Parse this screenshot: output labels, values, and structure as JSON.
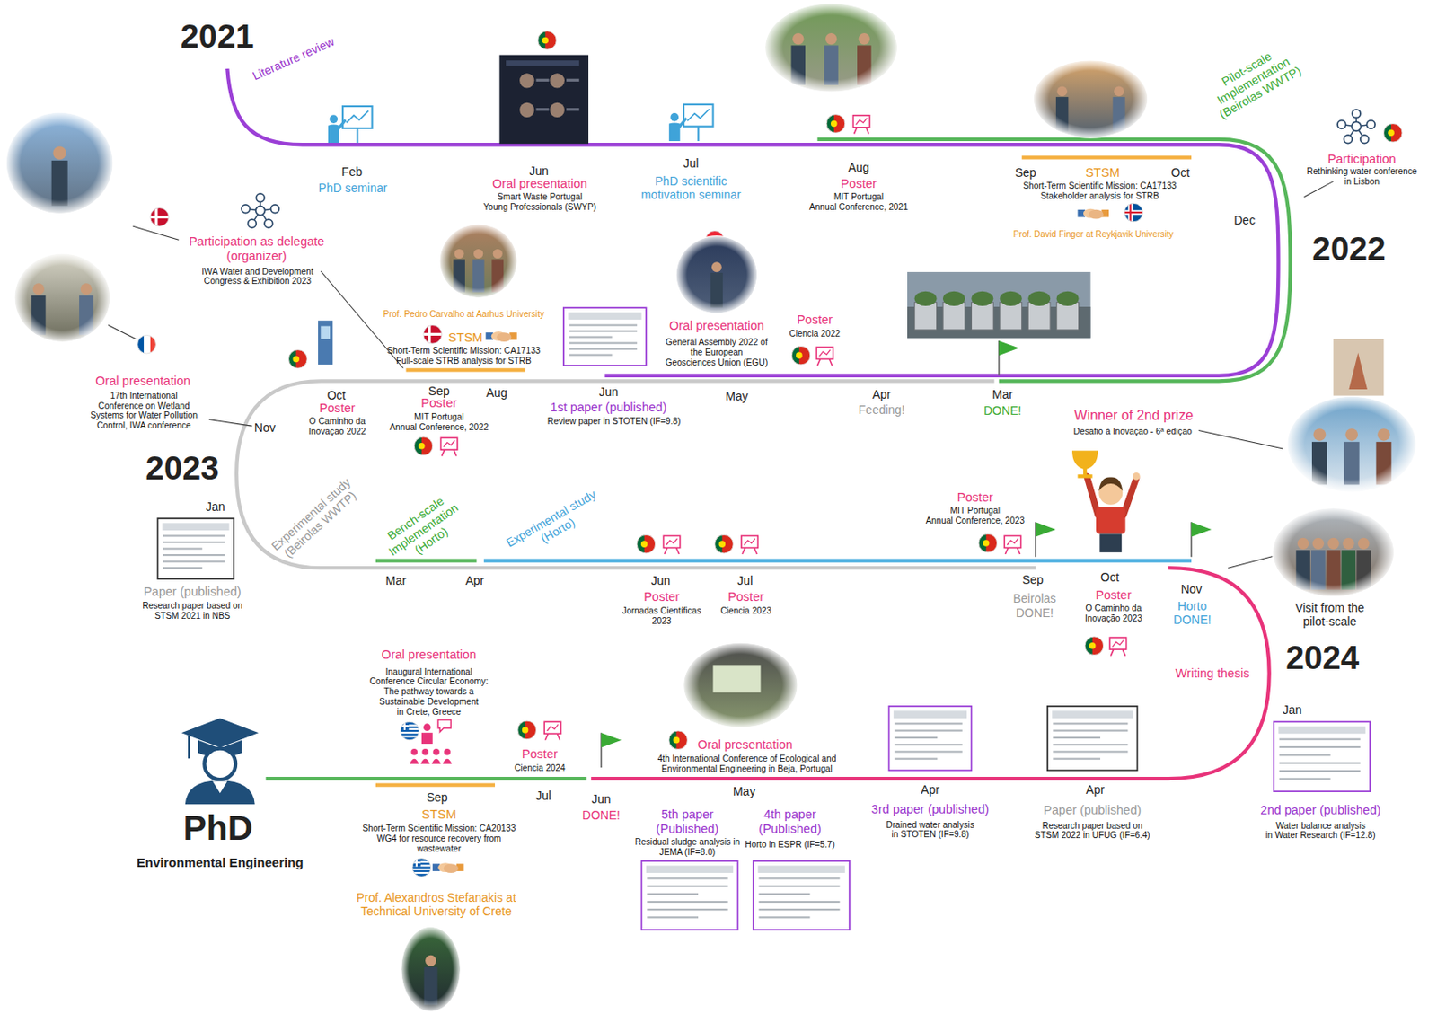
{
  "diagram": {
    "labels": [
      "2021",
      "Literature review",
      "Feb",
      "PhD seminar",
      "Jun",
      "Oral presentation",
      "Smart Waste Portugal Young Professionals (SWYP)",
      "Jul",
      "PhD scientific motivation seminar",
      "Aug",
      "Poster",
      "MIT Portugal Annual Conference, 2021",
      "Sep",
      "STSM",
      "Oct",
      "Short-Term Scientific Mission: CA17133 Stakeholder analysis for STRB",
      "Prof. David Finger at Reykjavik University",
      "Pilot-scale Implementation (Beirolas WWTP)",
      "Participation",
      "Rethinking water conference in Lisbon",
      "Dec",
      "2022",
      "Mar",
      "DONE!",
      "Apr",
      "Feeding!",
      "Poster",
      "Ciencia 2022",
      "Oral presentation",
      "General Assembly 2022 of the European Geosciences Union (EGU)",
      "May",
      "Jun",
      "1st paper (published)",
      "Review paper in STOTEN (IF=9.8)",
      "Prof. Pedro Carvalho at Aarhus University",
      "STSM",
      "Short-Term Scientific Mission: CA17133 Full-scale STRB analysis for STRB",
      "Aug",
      "Sep",
      "Poster",
      "MIT Portugal Annual Conference, 2022",
      "Oct",
      "Poster",
      "O Caminho da Inovação 2022",
      "Nov",
      "Participation as delegate (organizer)",
      "IWA Water and Development Congress & Exhibition 2023",
      "Oral presentation",
      "17th International Conference on Wetland Systems for Water Pollution Control, IWA conference",
      "2023",
      "Jan",
      "Paper (published)",
      "Research paper based on STSM 2021 in NBS",
      "Experimental study (Beirolas WWTP)",
      "Bench-scale Implementation (Horto)",
      "Experimental study (Horto)",
      "Mar",
      "Apr",
      "Jun",
      "Poster",
      "Jornadas Científicas 2023",
      "Jul",
      "Poster",
      "Ciencia 2023",
      "Poster",
      "MIT Portugal Annual Conference, 2023",
      "Sep",
      "Beirolas DONE!",
      "Winner of 2nd prize",
      "Desafio à Inovação - 6ª edição",
      "Oct",
      "Poster",
      "O Caminho da Inovação 2023",
      "Nov",
      "Horto DONE!",
      "Visit from the pilot-scale",
      "Writing thesis",
      "2024",
      "Jan",
      "2nd paper (published)",
      "Water balance analysis in Water Research (IF=12.8)",
      "Apr",
      "Paper (published)",
      "Research paper based on STSM 2022 in UFUG (IF=6.4)",
      "Apr",
      "3rd paper (published)",
      "Drained water analysis in STOTEN (IF=9.8)",
      "Oral presentation",
      "4th International Conference of Ecological and Environmental Engineering in Beja, Portugal",
      "May",
      "4th paper (Published)",
      "Horto in ESPR (IF=5.7)",
      "5th paper (Published)",
      "Residual sludge analysis in JEMA (IF=8.0)",
      "Jun",
      "DONE!",
      "Jul",
      "Poster",
      "Ciencia 2024",
      "Oral presentation",
      "Inaugural International Conference Circular Economy: The pathway towards a Sustainable Development in Crete, Greece",
      "Sep",
      "STSM",
      "Short-Term Scientific Mission: CA20133 WG4 for resource recovery from wastewater",
      "Prof. Alexandros Stefanakis at Technical University of Crete",
      "PhD",
      "Environmental Engineering"
    ]
  }
}
